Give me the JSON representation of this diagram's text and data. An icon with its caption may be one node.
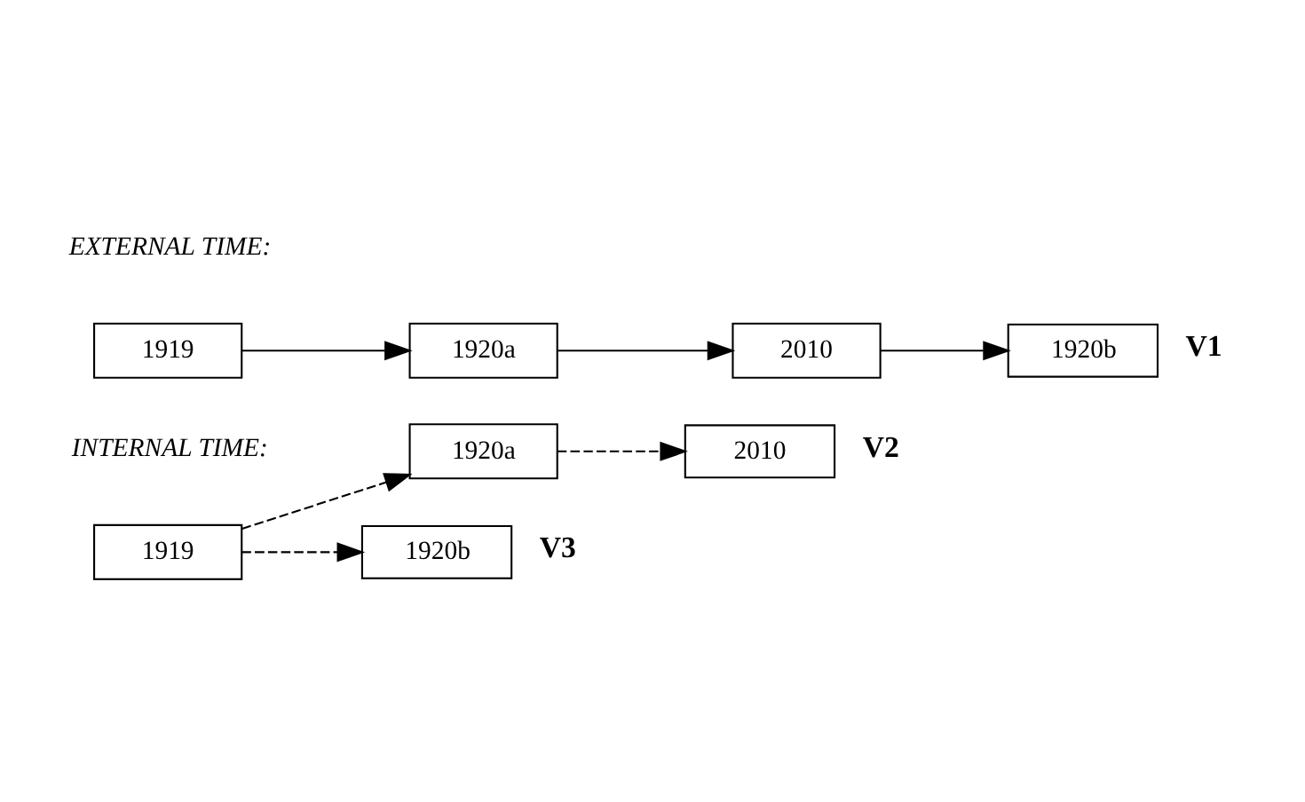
{
  "diagram": {
    "nodes": [
      {
        "text": [
          "1919"
        ]
      },
      {
        "text": [
          "1920a"
        ]
      },
      {
        "text": [
          "2010"
        ]
      },
      {
        "text": [
          "1920b"
        ],
        "beside": [
          "V1"
        ]
      },
      {
        "text": [
          "1919"
        ]
      },
      {
        "text": [
          "1920a"
        ]
      },
      {
        "text": [
          "2010"
        ],
        "beside": [
          "V2"
        ]
      },
      {
        "text": [
          "1920b"
        ],
        "beside": [
          "V3"
        ]
      }
    ],
    "edges": [
      {
        "from": 0,
        "to": 1,
        "arrow": "to"
      },
      {
        "from": 1,
        "to": 2,
        "arrow": "to"
      },
      {
        "from": 2,
        "to": 3,
        "arrow": "to"
      },
      {
        "from": 4,
        "to": 5,
        "arrow": "to",
        "style": "dashed"
      },
      {
        "from": 5,
        "to": 6,
        "arrow": "to",
        "style": "dashed"
      },
      {
        "from": 4,
        "to": 7,
        "arrow": "to",
        "style": "dashed"
      }
    ],
    "labels": [
      "EXTERNAL TIME:",
      "INTERNAL TIME:"
    ]
  }
}
